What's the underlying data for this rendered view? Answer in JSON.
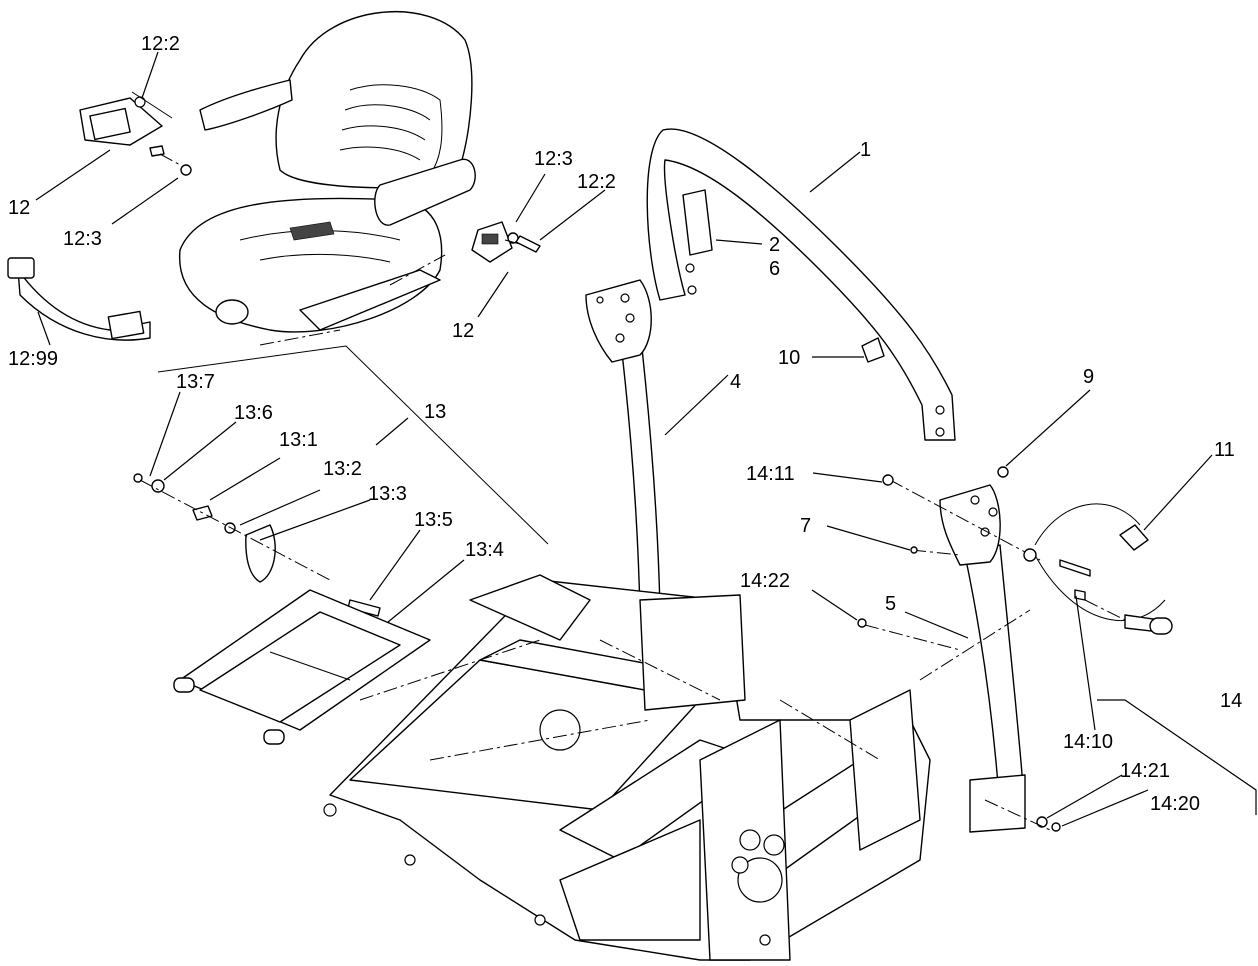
{
  "callouts": [
    {
      "id": "c-12-2a",
      "text": "12:2"
    },
    {
      "id": "c-12a",
      "text": "12"
    },
    {
      "id": "c-12-3a",
      "text": "12:3"
    },
    {
      "id": "c-12-99",
      "text": "12:99"
    },
    {
      "id": "c-12-3b",
      "text": "12:3"
    },
    {
      "id": "c-12-2b",
      "text": "12:2"
    },
    {
      "id": "c-12b",
      "text": "12"
    },
    {
      "id": "c-1",
      "text": "1"
    },
    {
      "id": "c-2",
      "text": "2"
    },
    {
      "id": "c-6",
      "text": "6"
    },
    {
      "id": "c-10",
      "text": "10"
    },
    {
      "id": "c-4",
      "text": "4"
    },
    {
      "id": "c-13-7",
      "text": "13:7"
    },
    {
      "id": "c-13-6",
      "text": "13:6"
    },
    {
      "id": "c-13",
      "text": "13"
    },
    {
      "id": "c-13-1",
      "text": "13:1"
    },
    {
      "id": "c-13-2",
      "text": "13:2"
    },
    {
      "id": "c-13-3",
      "text": "13:3"
    },
    {
      "id": "c-13-5",
      "text": "13:5"
    },
    {
      "id": "c-13-4",
      "text": "13:4"
    },
    {
      "id": "c-9",
      "text": "9"
    },
    {
      "id": "c-11",
      "text": "11"
    },
    {
      "id": "c-14-11",
      "text": "14:11"
    },
    {
      "id": "c-7",
      "text": "7"
    },
    {
      "id": "c-14-22",
      "text": "14:22"
    },
    {
      "id": "c-5",
      "text": "5"
    },
    {
      "id": "c-14",
      "text": "14"
    },
    {
      "id": "c-14-10",
      "text": "14:10"
    },
    {
      "id": "c-14-21",
      "text": "14:21"
    },
    {
      "id": "c-14-20",
      "text": "14:20"
    }
  ]
}
